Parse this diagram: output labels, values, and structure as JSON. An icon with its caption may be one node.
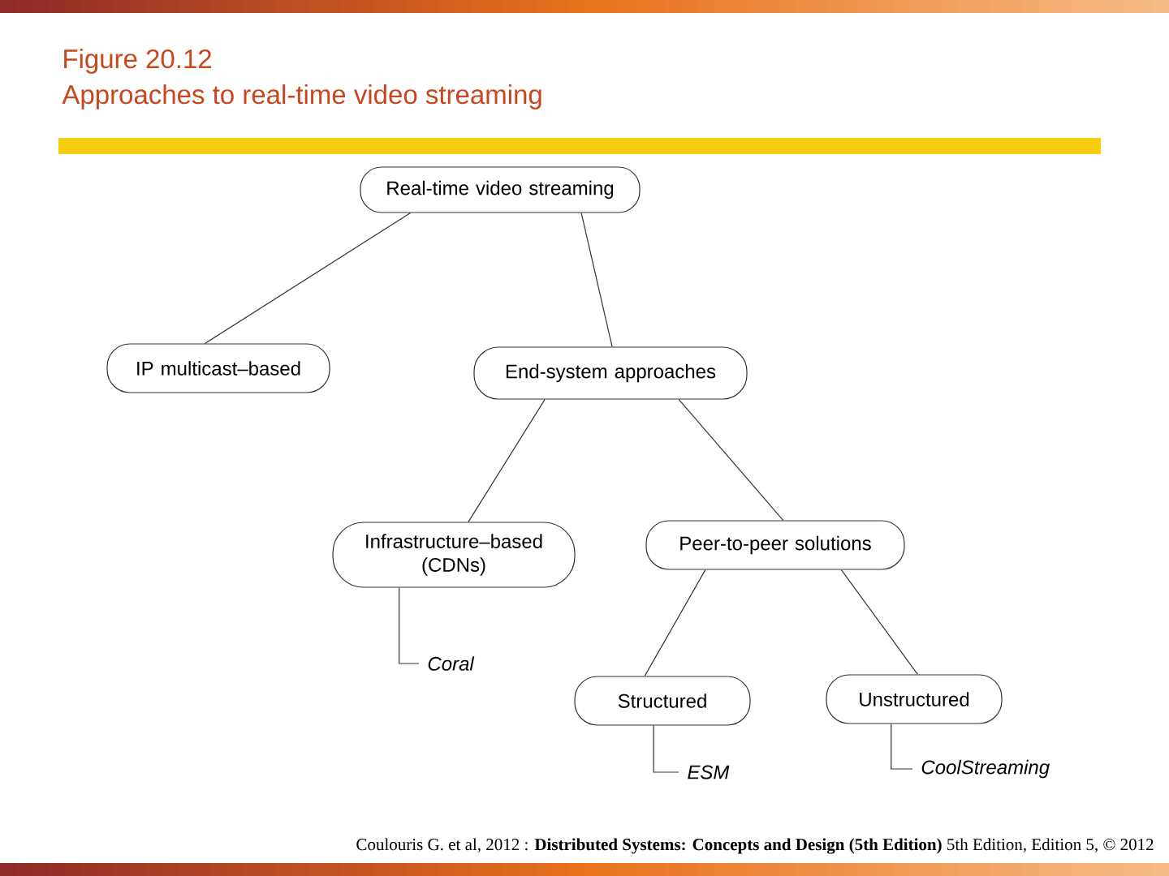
{
  "diagram": {
    "title": "Approaches to real-time video streaming",
    "nodes": [
      {
        "text": [
          "Real-time video streaming"
        ]
      },
      {
        "text": [
          "IP multicast–based"
        ]
      },
      {
        "text": [
          "End-system approaches"
        ]
      },
      {
        "text": [
          "Infrastructure–based (CDNs)"
        ]
      },
      {
        "text": [
          "Peer-to-peer solutions"
        ]
      },
      {
        "text": [
          "Coral"
        ]
      },
      {
        "text": [
          "Structured"
        ]
      },
      {
        "text": [
          "Unstructured"
        ]
      },
      {
        "text": [
          "ESM"
        ]
      },
      {
        "text": [
          "CoolStreaming"
        ]
      }
    ],
    "edges": [
      {
        "from": 0,
        "to": 1,
        "arrow": "none"
      },
      {
        "from": 0,
        "to": 2,
        "arrow": "none"
      },
      {
        "from": 2,
        "to": 3,
        "arrow": "none"
      },
      {
        "from": 2,
        "to": 4,
        "arrow": "none"
      },
      {
        "from": 4,
        "to": 6,
        "arrow": "none"
      },
      {
        "from": 4,
        "to": 7,
        "arrow": "none"
      },
      {
        "from": 3,
        "to": 5,
        "arrow": "none"
      },
      {
        "from": 6,
        "to": 8,
        "arrow": "none"
      },
      {
        "from": 7,
        "to": 9,
        "arrow": "none"
      }
    ],
    "labels": [
      "Figure 20.12"
    ],
    "caption": "Coulouris G. et al, 2012 : **Distributed Systems: Concepts and Design (5th Edition)** 5th Edition, Edition 5, © 2012"
  }
}
